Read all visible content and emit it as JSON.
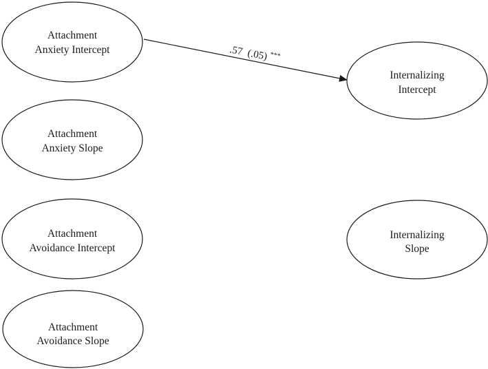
{
  "nodes": [
    {
      "id": "anxiety-intercept",
      "lines": [
        "Attachment",
        "Anxiety Intercept"
      ]
    },
    {
      "id": "anxiety-slope",
      "lines": [
        "Attachment",
        "Anxiety Slope"
      ]
    },
    {
      "id": "avoidance-intercept",
      "lines": [
        "Attachment",
        "Avoidance Intercept"
      ]
    },
    {
      "id": "avoidance-slope",
      "lines": [
        "Attachment",
        "Avoidance Slope"
      ]
    },
    {
      "id": "internalizing-intercept",
      "lines": [
        "Internalizing",
        "Intercept"
      ]
    },
    {
      "id": "internalizing-slope",
      "lines": [
        "Internalizing",
        "Slope"
      ]
    }
  ],
  "edges": [
    {
      "from": "anxiety-intercept",
      "to": "internalizing-intercept",
      "estimate": ".57",
      "se": "(.05)",
      "significance": "***"
    }
  ]
}
